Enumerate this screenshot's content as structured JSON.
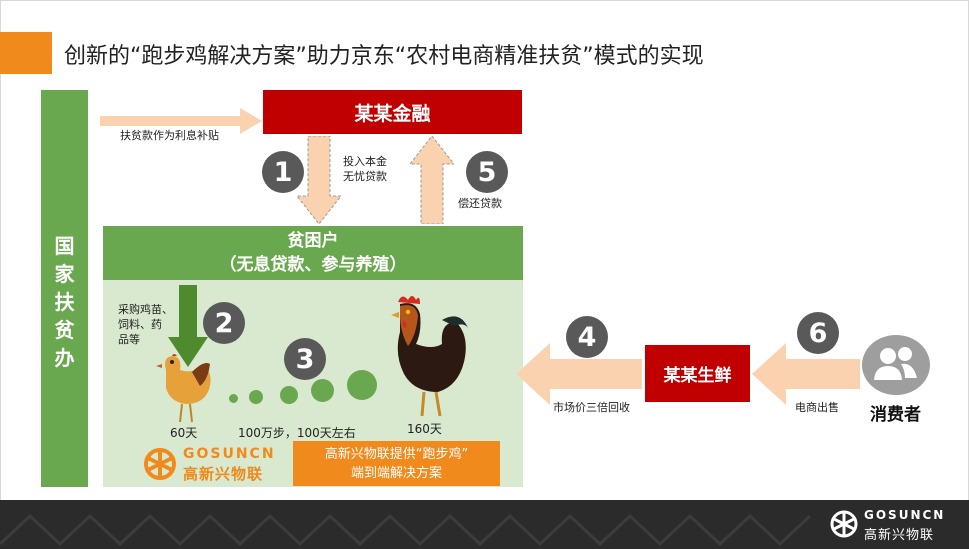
{
  "title": "创新的“跑步鸡解决方案”助力京东“农村电商精准扶贫”模式的实现",
  "gov_office": "国家扶贫办",
  "gov_note": "扶贫款作为利息补贴",
  "finance": "某某金融",
  "step1_note": [
    "投入本金",
    "无忧贷款"
  ],
  "step5_note": "偿还贷款",
  "poor": {
    "line1": "贫困户",
    "line2": "（无息贷款、参与养殖）"
  },
  "step2_note": [
    "采购鸡苗、",
    "饲料、药",
    "品等"
  ],
  "day60": "60天",
  "day_mid": "100万步，100天左右",
  "day160": "160天",
  "gosuncn_logo": {
    "en": "GOSUNCN",
    "cn": "高新兴物联"
  },
  "solution": {
    "line1": "高新兴物联提供“跑步鸡”",
    "line2": "端到端解决方案"
  },
  "step4_note": "市场价三倍回收",
  "fresh": "某某生鲜",
  "step6_note": "电商出售",
  "consumer": "消费者",
  "numbers": {
    "n1": "1",
    "n2": "2",
    "n3": "3",
    "n4": "4",
    "n5": "5",
    "n6": "6"
  },
  "colors": {
    "green": "#6aa84f",
    "red": "#c00000",
    "orange": "#f08a1c",
    "peach": "#fbd2b0",
    "gray": "#595959"
  }
}
